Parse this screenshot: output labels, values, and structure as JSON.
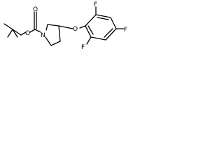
{
  "molecule": {
    "atoms": {
      "carbonyl_oxygen": "O",
      "ester_oxygen": "O",
      "ring_nitrogen": "N",
      "ether_oxygen": "O",
      "fluorine_top": "F",
      "fluorine_right": "F",
      "fluorine_bottom": "F"
    }
  },
  "colors": {
    "bond": "#000000",
    "label": "#000000",
    "background": "#ffffff"
  }
}
